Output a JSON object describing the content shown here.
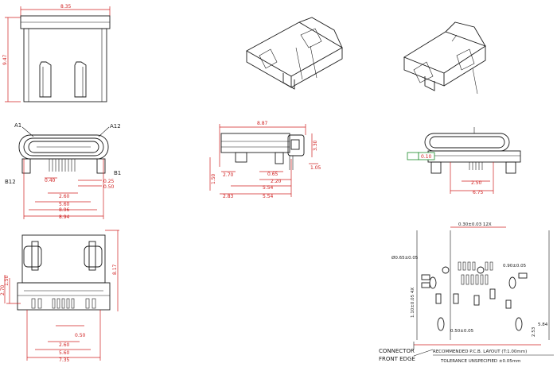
{
  "top_left": {
    "width_label": "8.35",
    "height_label": "9.47"
  },
  "front_view": {
    "pin_a1": "A1",
    "pin_a12": "A12",
    "pin_b12": "B12",
    "pin_b1": "B1",
    "dim_040": "0.40",
    "dim_025": "0.25",
    "dim_050": "0.50",
    "dim_260": "2.60",
    "dim_560": "5.60",
    "dim_896": "8.96",
    "dim_894": "8.94"
  },
  "side_view": {
    "dim_887": "8.87",
    "dim_330": "3.30",
    "dim_105": "1.05",
    "dim_150": "1.50",
    "dim_270": "2.70",
    "dim_065": "0.65",
    "dim_220": "2.20",
    "dim_554": "5.54",
    "dim_283": "2.83",
    "dim_554b": "5.54"
  },
  "right_front": {
    "tol_label": "0.10",
    "dim_250": "2.50",
    "dim_675": "6.75"
  },
  "bottom_left": {
    "dim_817": "8.17",
    "dim_150": "1.50",
    "dim_270": "2.70",
    "dim_050": "0.50",
    "dim_260": "2.60",
    "dim_560": "5.60",
    "dim_735": "7.35"
  },
  "pcb_layout": {
    "dim_pitch": "0.30±0.03 12X",
    "dim_hole": "Ø0.65±0.05",
    "dim_width": "0.90±0.05",
    "dim_oval": "1.10±0.05 4X",
    "dim_050": "0.50±0.05",
    "dim_584": "5.84",
    "dim_253": "2.53",
    "connector_edge_1": "CONNECTOR",
    "connector_edge_2": "FRONT EDGE",
    "recommended": "RECOMMENDED  P.C.B. LAYOUT (T:1.00mm)",
    "tolerance": "TOLERANCE UNSPECIFIED ±0.05mm"
  }
}
